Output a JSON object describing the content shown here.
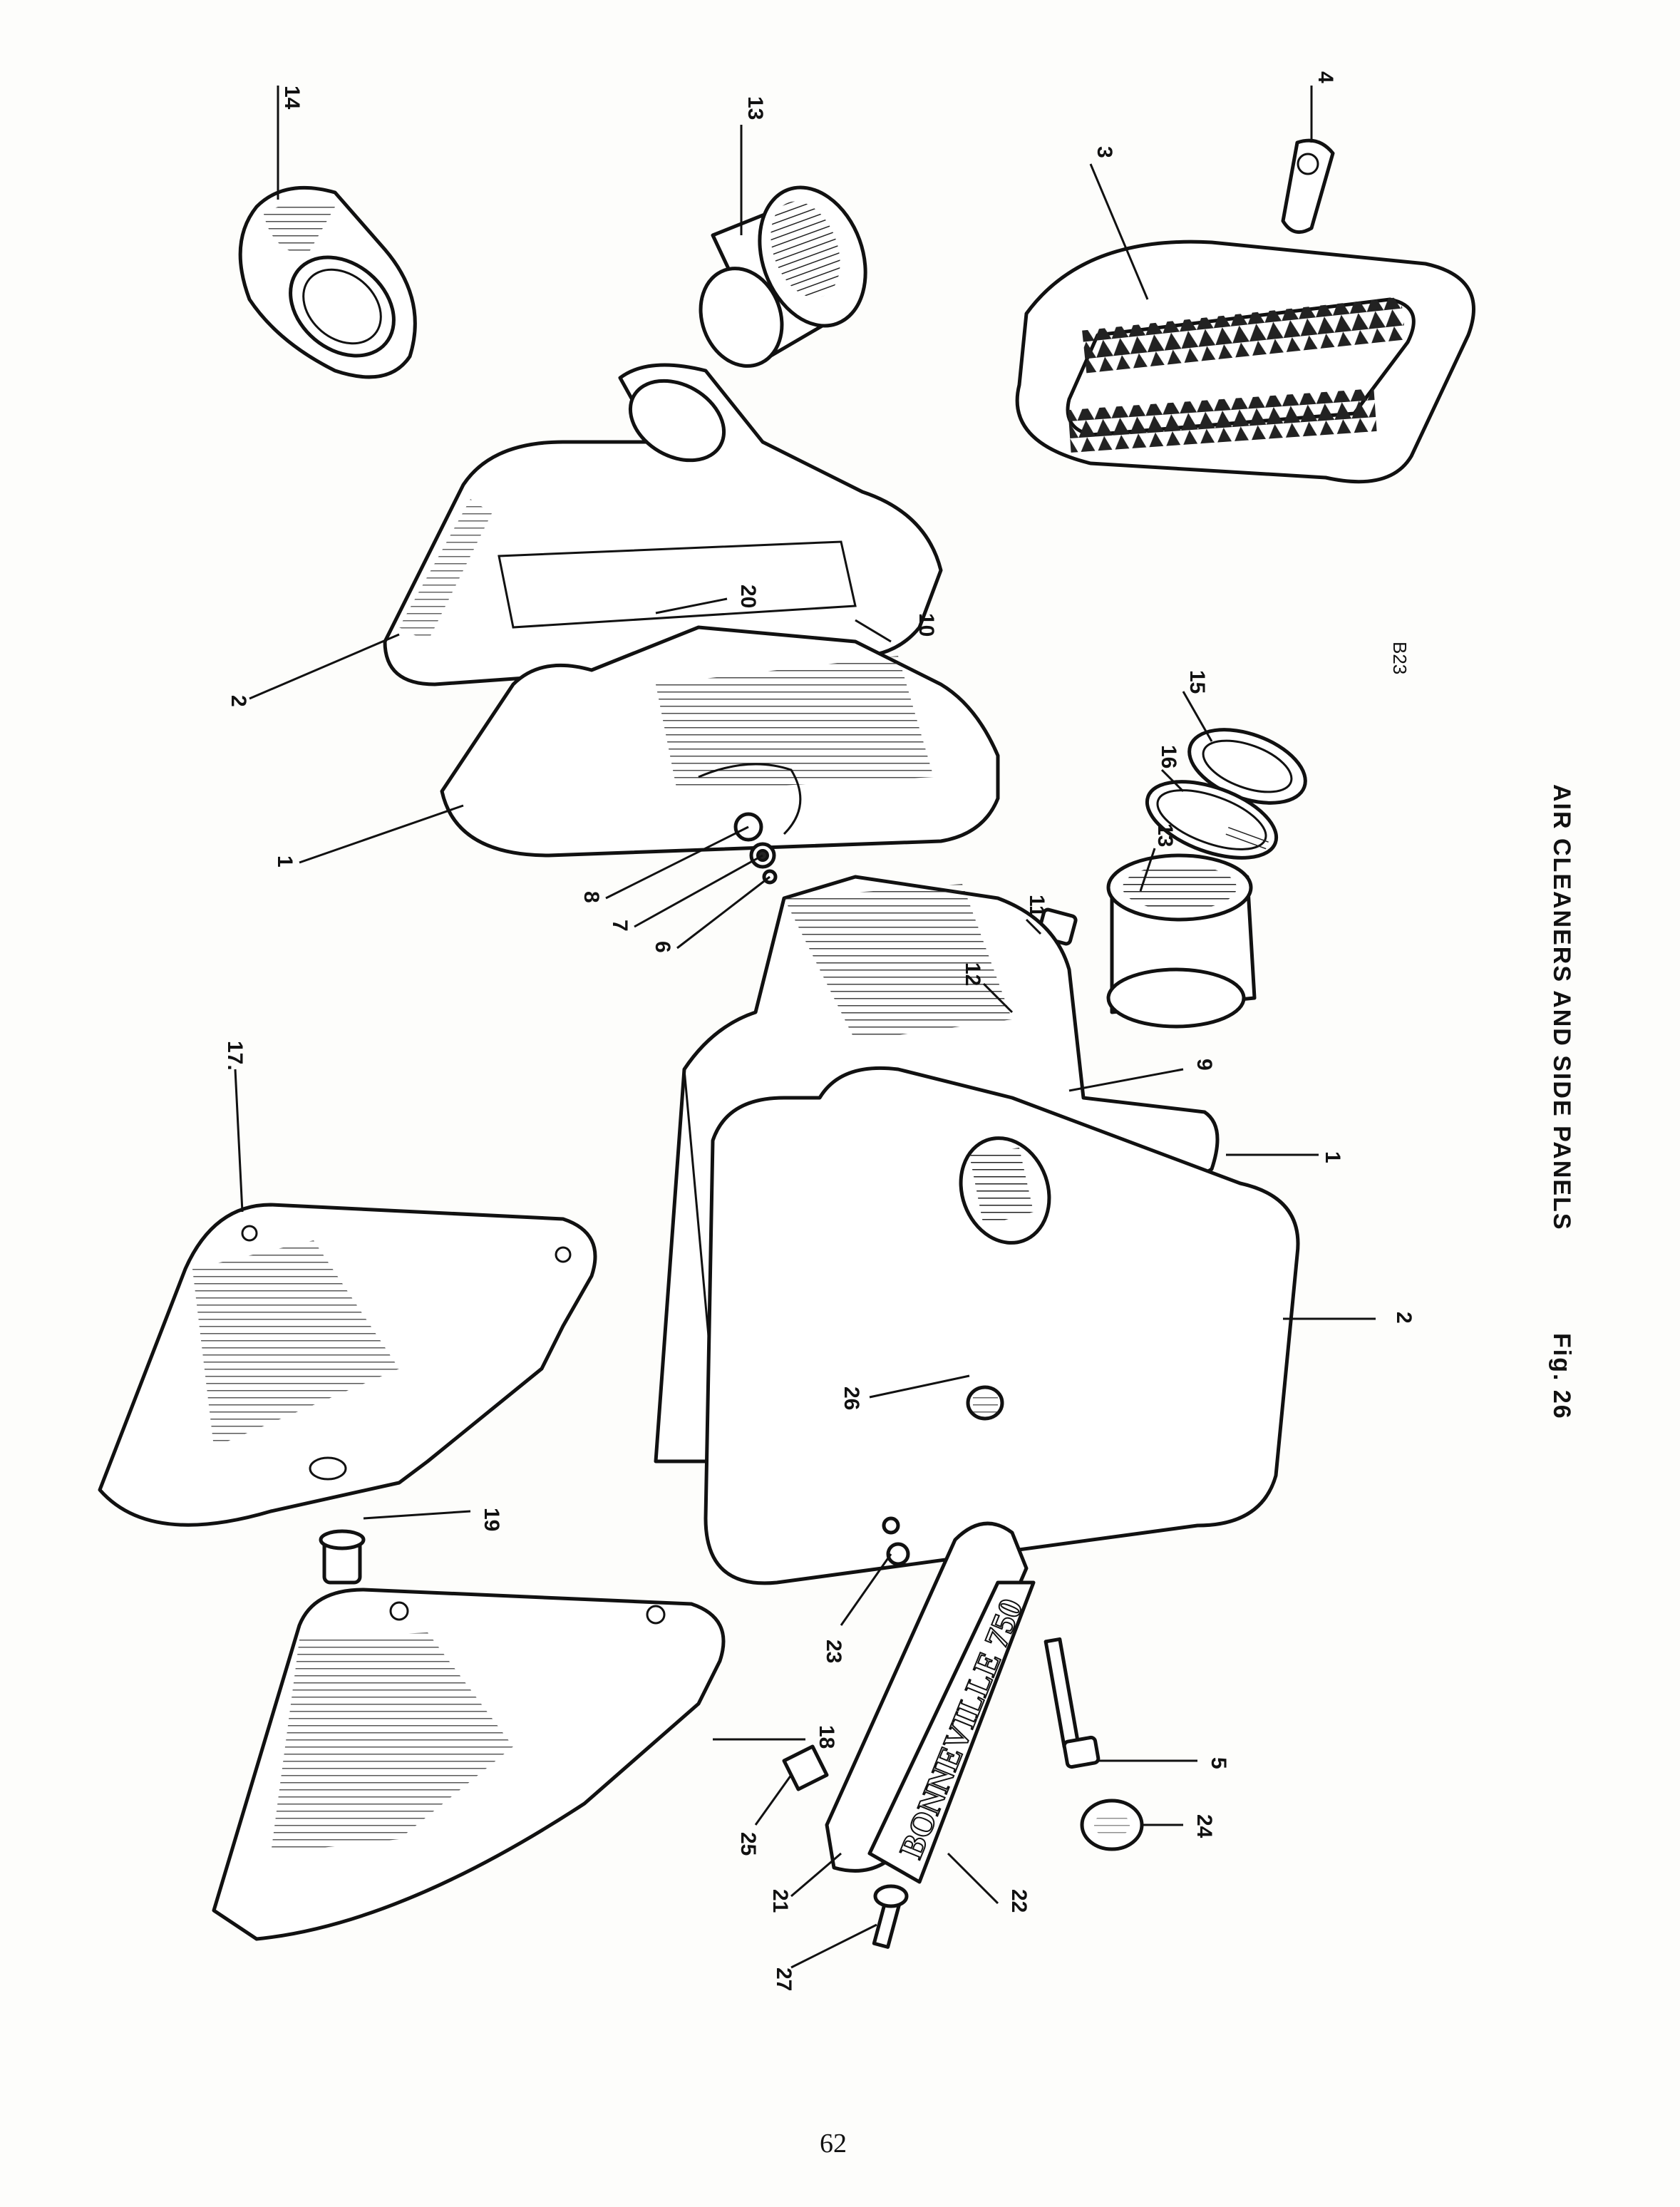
{
  "figure": {
    "caption_fig": "Fig. 26",
    "caption_title": "AIR CLEANERS AND SIDE PANELS",
    "reference": "B23",
    "badge_text": "BONNEVILLE 750"
  },
  "page_number": "62",
  "callouts": [
    {
      "id": "c14",
      "text": "14"
    },
    {
      "id": "c13a",
      "text": "13"
    },
    {
      "id": "c4",
      "text": "4"
    },
    {
      "id": "c3",
      "text": "3"
    },
    {
      "id": "c20",
      "text": "20"
    },
    {
      "id": "c10",
      "text": "10"
    },
    {
      "id": "c2a",
      "text": "2"
    },
    {
      "id": "c1a",
      "text": "1"
    },
    {
      "id": "c8",
      "text": "8"
    },
    {
      "id": "c7",
      "text": "7"
    },
    {
      "id": "c6",
      "text": "6"
    },
    {
      "id": "c15",
      "text": "15"
    },
    {
      "id": "c16",
      "text": "16"
    },
    {
      "id": "c13b",
      "text": "13"
    },
    {
      "id": "c11",
      "text": "11"
    },
    {
      "id": "c12",
      "text": "12"
    },
    {
      "id": "c9",
      "text": "9"
    },
    {
      "id": "c1b",
      "text": "1"
    },
    {
      "id": "c17",
      "text": "17."
    },
    {
      "id": "c2b",
      "text": "2"
    },
    {
      "id": "c26",
      "text": "26"
    },
    {
      "id": "c19",
      "text": "19"
    },
    {
      "id": "c23",
      "text": "23"
    },
    {
      "id": "c5",
      "text": "5"
    },
    {
      "id": "c24",
      "text": "24"
    },
    {
      "id": "c18",
      "text": "18"
    },
    {
      "id": "c25",
      "text": "25"
    },
    {
      "id": "c22",
      "text": "22"
    },
    {
      "id": "c21",
      "text": "21"
    },
    {
      "id": "c27",
      "text": "27"
    }
  ]
}
